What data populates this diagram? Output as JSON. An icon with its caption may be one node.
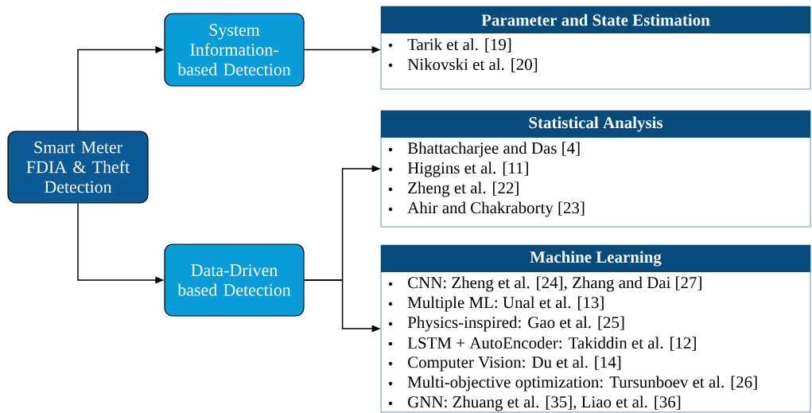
{
  "diagram": {
    "nodes": [
      {
        "text": [
          "Smart Meter FDIA & Theft Detection"
        ]
      },
      {
        "text": [
          "System Information-based Detection"
        ]
      },
      {
        "text": [
          "Data-Driven based Detection"
        ]
      },
      {
        "text": [
          "Parameter and State Estimation",
          "Tarik et al. [19]",
          "Nikovski et al. [20]"
        ]
      },
      {
        "text": [
          "Statistical Analysis",
          "Bhattacharjee and Das [4]",
          "Higgins et al. [11]",
          "Zheng et al. [22]",
          "Ahir and Chakraborty [23]"
        ]
      },
      {
        "text": [
          "Machine Learning",
          "CNN: Zheng et al. [24], Zhang and Dai [27]",
          "Multiple ML: Unal et al. [13]",
          "Physics-inspired: Gao et al. [25]",
          "LSTM + AutoEncoder: Takiddin et al. [12]",
          "Computer Vision: Du et al. [14]",
          "Multi-objective optimization: Tursunboev et al. [26]",
          "GNN: Zhuang et al. [35], Liao et al. [36]"
        ]
      }
    ],
    "edges": [
      {
        "from": 0,
        "to": 1,
        "arrow": "to"
      },
      {
        "from": 0,
        "to": 2,
        "arrow": "to"
      },
      {
        "from": 1,
        "to": 3,
        "arrow": "to"
      },
      {
        "from": 2,
        "to": 4,
        "arrow": "to"
      },
      {
        "from": 2,
        "to": 5,
        "arrow": "to"
      }
    ]
  }
}
